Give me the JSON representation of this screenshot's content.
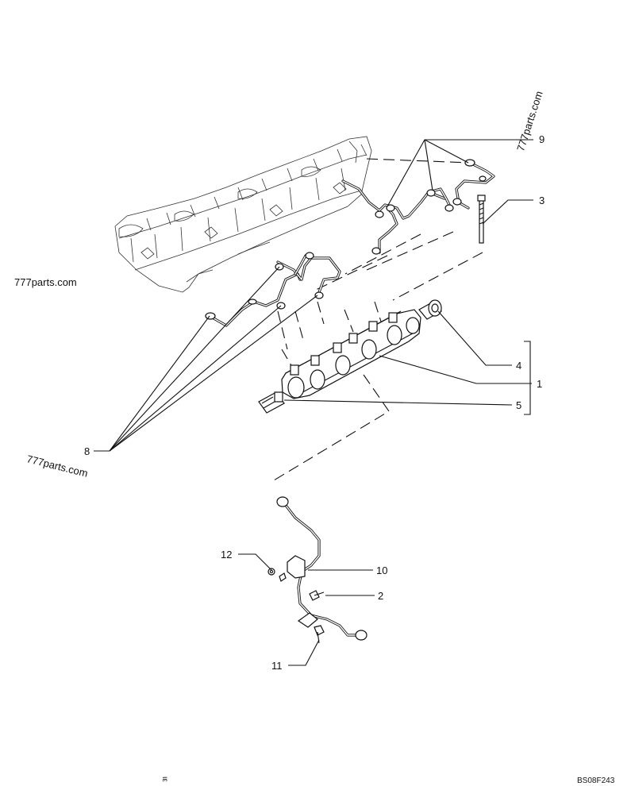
{
  "callouts": {
    "c1": "1",
    "c2": "2",
    "c3": "3",
    "c4": "4",
    "c5": "5",
    "c8": "8",
    "c9": "9",
    "c10": "10",
    "c11": "11",
    "c12": "12"
  },
  "watermarks": {
    "top_right": "777parts.com",
    "left": "777parts.com",
    "lower_left": "777parts.com"
  },
  "drawing_code": "BS08F243",
  "page_mark": "ιε"
}
